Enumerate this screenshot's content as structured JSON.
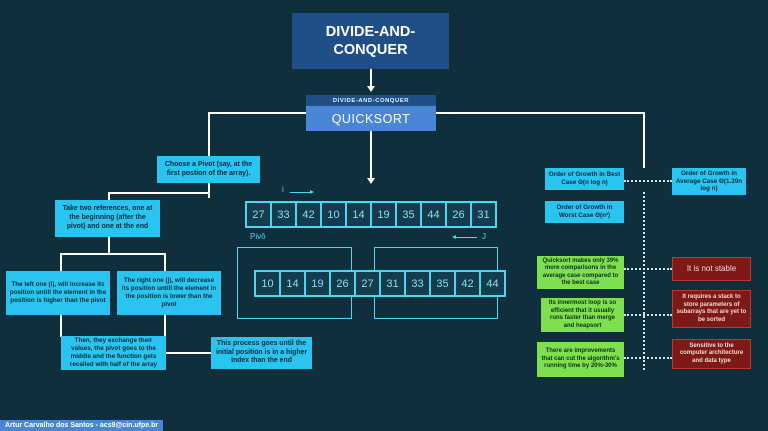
{
  "title": "DIVIDE-AND-\nCONQUER",
  "quicksort": {
    "header": "DIVIDE-AND-CONQUER",
    "label": "QUICKSORT"
  },
  "pivot_box": "Choose a Pivot (say, at the first postion of the array).",
  "references_box": "Take two references, one at the beginning (after the pivot) and one at the end",
  "left_box": "The left one (i), will increase its position untill the element in the position is higher than the pivot",
  "right_box": "The right one (j), will decrease its position untill the element in the position is lower than the pivot",
  "exchange_box": "Then, they exchange their values, the pivot goes to the middle and the function gets recalled with half of the array",
  "process_box": "This process goes until the initial position is in a higher index than the end",
  "array_top": [
    "27",
    "33",
    "42",
    "10",
    "14",
    "19",
    "35",
    "44",
    "26",
    "31"
  ],
  "array_bottom": [
    "10",
    "14",
    "19",
    "26",
    "27",
    "31",
    "33",
    "35",
    "42",
    "44"
  ],
  "labels": {
    "i": "i",
    "j": "J",
    "pivot": "Pivô"
  },
  "growth": {
    "best": "Order of Growth in Best Case Θ(n log n)",
    "average": "Order of Growth in Average Case Θ(1.39n log n)",
    "worst": "Order of Growth in Worst Case Θ(n²)"
  },
  "pros": [
    "Quicksort makes only 39% more comparisons in the average case compared to the best case",
    "Its innermost loop is so efficient that it usually runs faster than merge and heapsort",
    "There are improvements that can cut the algorithm's running time by 20%-30%"
  ],
  "cons": [
    "It is not stable",
    "It requires a stack to store parameters of subarrays that are yet to be sorted",
    "Sensitive to the computer architecture and data type"
  ],
  "footer": "Artur Carvalho dos Santos - acs9@cin.ufpe.br",
  "colors": {
    "background": "#0f2f3d",
    "title_box": "#1f4f86",
    "quicksort_box": "#4a86d6",
    "cyan": "#29c5f0",
    "green": "#7ee04f",
    "red": "#7d1a17"
  }
}
